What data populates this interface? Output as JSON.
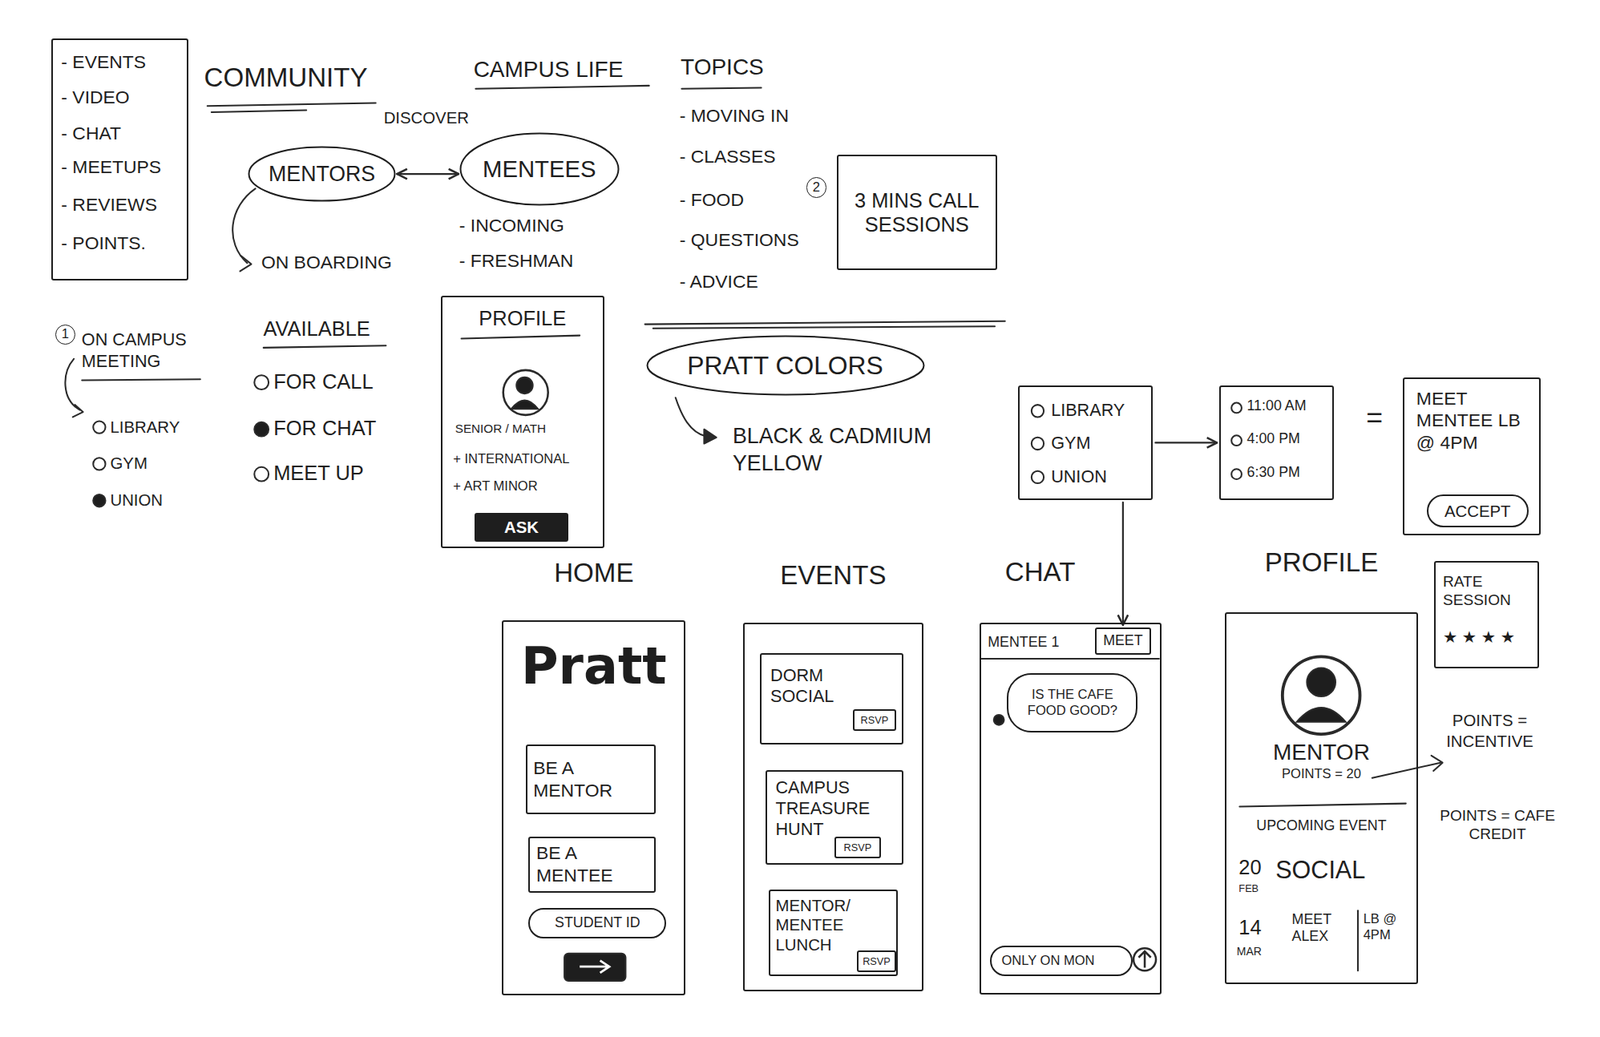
{
  "diagram": {
    "nodes": [
      {
        "text": [
          "- EVENTS",
          "- VIDEO",
          "- CHAT",
          "- MEETUPS",
          "- REVIEWS",
          "- POINTS."
        ]
      },
      {
        "text": [
          "MENTORS"
        ]
      },
      {
        "text": [
          "MENTEES"
        ]
      },
      {
        "text": [
          "3 MINS CALL SESSIONS"
        ]
      },
      {
        "text": [
          "PROFILE",
          "SENIOR / MATH",
          "+ INTERNATIONAL",
          "+ ART MINOR"
        ]
      },
      {
        "text": [
          "ASK"
        ],
        "in": 4
      },
      {
        "text": [
          "PRATT COLORS"
        ]
      },
      {
        "text": [
          "LIBRARY",
          "GYM",
          "UNION"
        ]
      },
      {
        "text": [
          "11:00 AM",
          "4:00 PM",
          "6:30 PM"
        ]
      },
      {
        "text": [
          "MEET MENTEE LB @ 4PM"
        ]
      },
      {
        "text": [
          "ACCEPT"
        ],
        "in": 9
      },
      {
        "text": [
          "RATE SESSION",
          "★ ★ ★ ★"
        ]
      },
      {
        "text": [
          "HOME",
          "Pratt"
        ]
      },
      {
        "text": [
          "BE A MENTOR"
        ],
        "in": 12
      },
      {
        "text": [
          "BE A MENTEE"
        ],
        "in": 12
      },
      {
        "text": [
          "STUDENT ID"
        ],
        "in": 12
      },
      {
        "text": [
          "EVENTS"
        ]
      },
      {
        "text": [
          "DORM SOCIAL"
        ],
        "in": 16
      },
      {
        "text": [
          "RSVP"
        ],
        "in": 17
      },
      {
        "text": [
          "CAMPUS TREASURE HUNT"
        ],
        "in": 16
      },
      {
        "text": [
          "RSVP"
        ],
        "in": 19
      },
      {
        "text": [
          "MENTOR/ MENTEE LUNCH"
        ],
        "in": 16
      },
      {
        "text": [
          "RSVP"
        ],
        "in": 21
      },
      {
        "text": [
          "CHAT",
          "MENTEE 1"
        ]
      },
      {
        "text": [
          "MEET"
        ],
        "in": 23
      },
      {
        "text": [
          "IS THE CAFE FOOD GOOD?"
        ],
        "in": 23
      },
      {
        "text": [
          "ONLY ON MON"
        ],
        "in": 23
      },
      {
        "text": [
          "PROFILE",
          "MENTOR",
          "POINTS = 20",
          "UPCOMING EVENT",
          "20",
          "FEB",
          "SOCIAL",
          "14",
          "MAR",
          "MEET ALEX",
          "LB @ 4PM"
        ]
      }
    ],
    "edges": [
      {
        "from": 1,
        "to": 2,
        "arrow": "both"
      },
      {
        "from": 7,
        "to": 8,
        "arrow": "to"
      },
      {
        "from": 7,
        "to": 24,
        "arrow": "to"
      }
    ],
    "labels": [
      "COMMUNITY",
      "CAMPUS LIFE",
      "TOPICS",
      "DISCOVER",
      "ON BOARDING",
      "- INCOMING",
      "- FRESHMAN",
      "- MOVING IN",
      "- CLASSES",
      "- FOOD",
      "- QUESTIONS",
      "- ADVICE",
      "2",
      "1",
      "ON CAMPUS MEETING",
      "LIBRARY",
      "GYM",
      "UNION",
      "AVAILABLE",
      "FOR CALL",
      "FOR CHAT",
      "MEET UP",
      "BLACK & CADMIUM YELLOW",
      "=",
      "POINTS = INCENTIVE",
      "POINTS = CAFE CREDIT"
    ]
  }
}
